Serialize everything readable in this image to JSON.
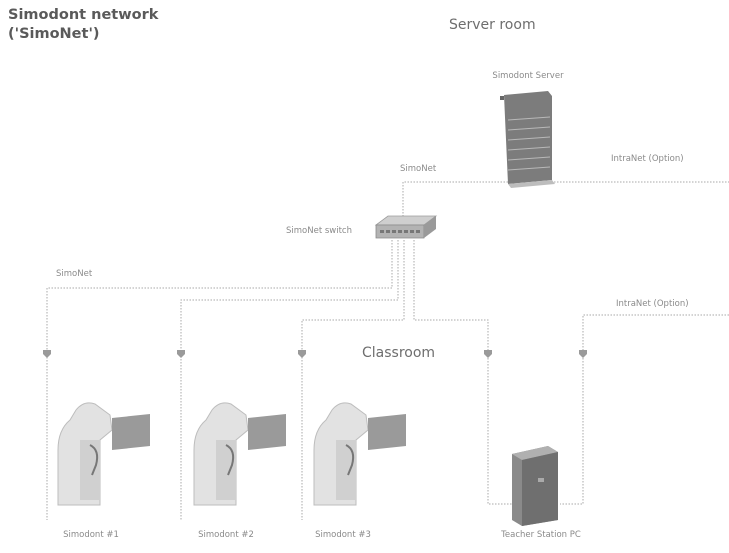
{
  "title": {
    "line1": "Simodont network",
    "line2": "('SimoNet')"
  },
  "rooms": {
    "server_room": "Server room",
    "classroom": "Classroom"
  },
  "server": {
    "label": "Simodont Server"
  },
  "links": {
    "simonet_upper": "SimoNet",
    "intranet_upper": "IntraNet (Option)",
    "switch_label": "SimoNet switch",
    "simonet_left": "SimoNet",
    "intranet_lower": "IntraNet (Option)"
  },
  "stations": {
    "s1": "Simodont #1",
    "s2": "Simodont #2",
    "s3": "Simodont #3",
    "teacher": "Teacher Station PC"
  },
  "colors": {
    "line": "#a6a6a6",
    "device_dark": "#8c8c8c",
    "device_light": "#d0d0d0",
    "text": "#8a8a8a"
  }
}
